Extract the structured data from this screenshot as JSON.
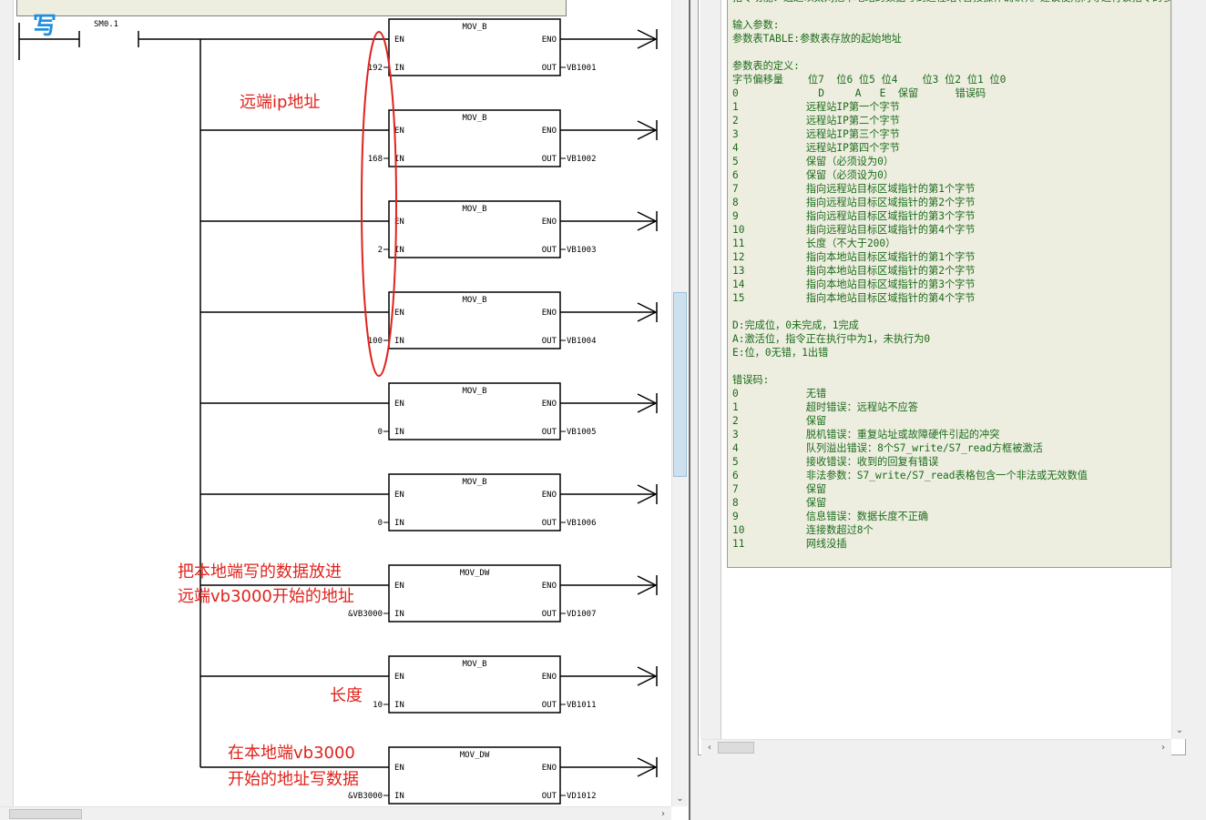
{
  "network": {
    "contact_label": "SM0.1",
    "pen_glyph": "写"
  },
  "blocks": [
    {
      "title": "MOV_B",
      "en": "EN",
      "eno": "ENO",
      "in_label": "IN",
      "out_label": "OUT",
      "in_value": "192",
      "out_value": "VB1001"
    },
    {
      "title": "MOV_B",
      "en": "EN",
      "eno": "ENO",
      "in_label": "IN",
      "out_label": "OUT",
      "in_value": "168",
      "out_value": "VB1002"
    },
    {
      "title": "MOV_B",
      "en": "EN",
      "eno": "ENO",
      "in_label": "IN",
      "out_label": "OUT",
      "in_value": "2",
      "out_value": "VB1003"
    },
    {
      "title": "MOV_B",
      "en": "EN",
      "eno": "ENO",
      "in_label": "IN",
      "out_label": "OUT",
      "in_value": "100",
      "out_value": "VB1004"
    },
    {
      "title": "MOV_B",
      "en": "EN",
      "eno": "ENO",
      "in_label": "IN",
      "out_label": "OUT",
      "in_value": "0",
      "out_value": "VB1005"
    },
    {
      "title": "MOV_B",
      "en": "EN",
      "eno": "ENO",
      "in_label": "IN",
      "out_label": "OUT",
      "in_value": "0",
      "out_value": "VB1006"
    },
    {
      "title": "MOV_DW",
      "en": "EN",
      "eno": "ENO",
      "in_label": "IN",
      "out_label": "OUT",
      "in_value": "&VB3000",
      "out_value": "VD1007"
    },
    {
      "title": "MOV_B",
      "en": "EN",
      "eno": "ENO",
      "in_label": "IN",
      "out_label": "OUT",
      "in_value": "10",
      "out_value": "VB1011"
    },
    {
      "title": "MOV_DW",
      "en": "EN",
      "eno": "ENO",
      "in_label": "IN",
      "out_label": "OUT",
      "in_value": "&VB3000",
      "out_value": "VD1012"
    }
  ],
  "annotations": {
    "remote_ip": "远端ip地址",
    "put_data_line1": "把本地端写的数据放进",
    "put_data_line2": "远端vb3000开始的地址",
    "length": "长度",
    "write_line1": "在本地端vb3000",
    "write_line2": "开始的地址写数据"
  },
  "description": {
    "lines": [
      "指令功能：通过以太网把本地站的数据写到远程站(暂按操作确认)。建议使用向导进行该指令的参数设置",
      "",
      "输入参数:",
      "参数表TABLE:参数表存放的起始地址",
      "",
      "参数表的定义:",
      "字节偏移量    位7  位6 位5 位4    位3 位2 位1 位0",
      "0             D     A   E  保留      错误码",
      "1           远程站IP第一个字节",
      "2           远程站IP第二个字节",
      "3           远程站IP第三个字节",
      "4           远程站IP第四个字节",
      "5           保留（必须设为0）",
      "6           保留（必须设为0）",
      "7           指向远程站目标区域指针的第1个字节",
      "8           指向远程站目标区域指针的第2个字节",
      "9           指向远程站目标区域指针的第3个字节",
      "10          指向远程站目标区域指针的第4个字节",
      "11          长度（不大于200）",
      "12          指向本地站目标区域指针的第1个字节",
      "13          指向本地站目标区域指针的第2个字节",
      "14          指向本地站目标区域指针的第3个字节",
      "15          指向本地站目标区域指针的第4个字节",
      "",
      "D:完成位，0未完成，1完成",
      "A:激活位，指令正在执行中为1，未执行为0",
      "E:位，0无错，1出错",
      "",
      "错误码:",
      "0           无错",
      "1           超时错误：远程站不应答",
      "2           保留",
      "3           脱机错误：重复站址或故障硬件引起的冲突",
      "4           队列溢出错误：8个S7_write/S7_read方框被激活",
      "5           接收错误：收到的回复有错误",
      "6           非法参数：S7_write/S7_read表格包含一个非法或无效数值",
      "7           保留",
      "8           保留",
      "9           信息错误：数据长度不正确",
      "10          连接数超过8个",
      "11          网线没插"
    ]
  },
  "scroll": {
    "down_arrow": "⌄",
    "left_arrow": "‹",
    "right_arrow": "›"
  }
}
